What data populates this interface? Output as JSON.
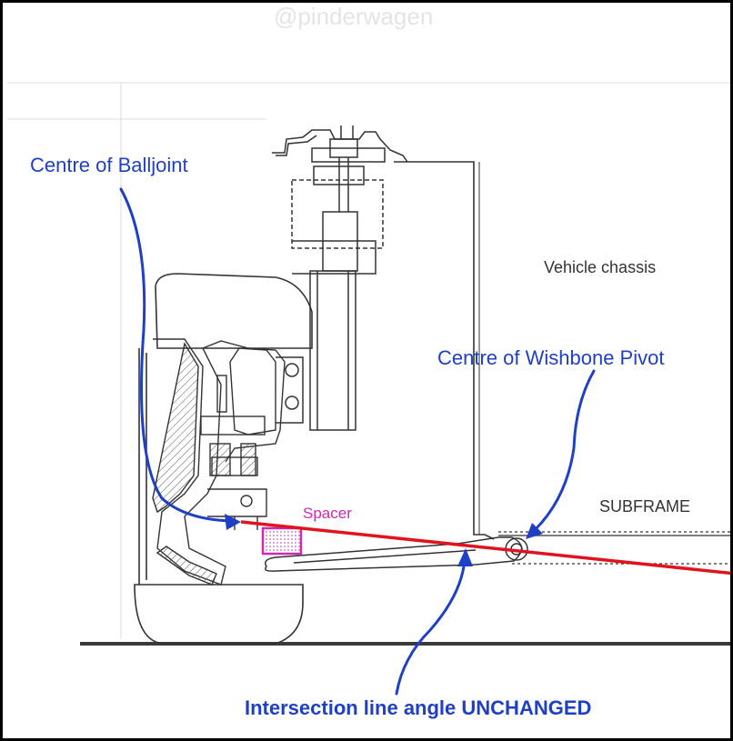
{
  "watermark": "@pinderwagen",
  "labels": {
    "balljoint": "Centre of Balljoint",
    "chassis": "Vehicle chassis",
    "pivot": "Centre of Wishbone Pivot",
    "subframe": "SUBFRAME",
    "spacer": "Spacer",
    "intersection": "Intersection line angle UNCHANGED"
  },
  "colors": {
    "annotation": "#1f3fc4",
    "red_line": "#e0141e",
    "spacer": "#cc2ab5",
    "drawing": "#333333"
  }
}
